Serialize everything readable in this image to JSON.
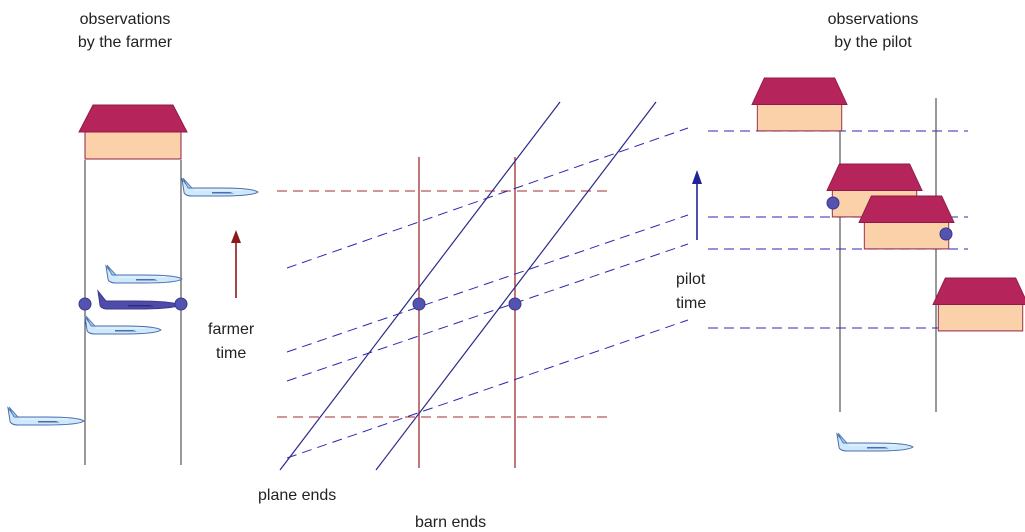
{
  "labels": {
    "farmer_title_line1": "observations",
    "farmer_title_line2": "by the farmer",
    "pilot_title_line1": "observations",
    "pilot_title_line2": "by the pilot",
    "farmer_time_line1": "farmer",
    "farmer_time_line2": "time",
    "pilot_time_line1": "pilot",
    "pilot_time_line2": "time",
    "plane_ends": "plane ends",
    "barn_ends": "barn ends"
  },
  "colors": {
    "barn_roof": "#b5245a",
    "barn_wall": "#fbd1a9",
    "barn_stroke": "#8f1c48",
    "plane_body": "#cfe8fb",
    "plane_stroke": "#4a6fae",
    "plane_dark": "#4e4ca8",
    "worldline_blue": "#2a2a8a",
    "barn_line_red": "#9b1c1c",
    "dash_red": "#a62828",
    "dash_blue": "#2a2ab0",
    "event_dot": "#5454b0",
    "farmer_arrow": "#8b1a1a",
    "pilot_arrow": "#22229a"
  },
  "icons": {
    "barn": "barn-icon",
    "plane": "airplane-icon",
    "event": "event-dot-icon",
    "arrow": "arrow-up-icon"
  }
}
